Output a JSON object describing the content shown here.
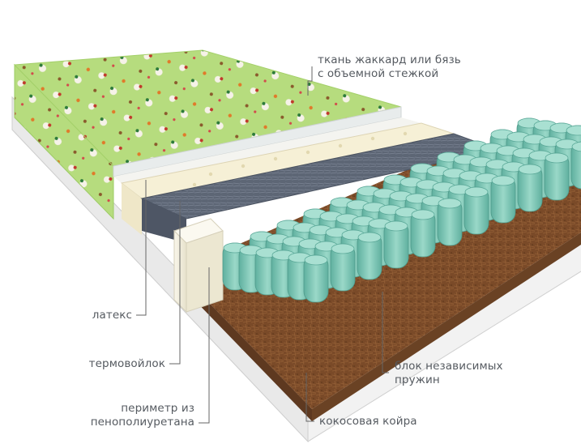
{
  "callouts": {
    "cover": {
      "line1": "ткань жаккард или бязь",
      "line2": "с объемной стежкой"
    },
    "latex": "латекс",
    "felt": "термовойлок",
    "perimeter": {
      "line1": "периметр из",
      "line2": "пенополиуретана"
    },
    "springs": {
      "line1": "блок независимых",
      "line2": "пружин"
    },
    "coir": "кокосовая койра"
  },
  "colors": {
    "cover_green": "#b6dc7e",
    "latex": "#f4efd9",
    "felt": "#5d6675",
    "spring_teal": "#7cc7b6",
    "coir": "#7a4a28",
    "callout_text": "#555a60"
  }
}
